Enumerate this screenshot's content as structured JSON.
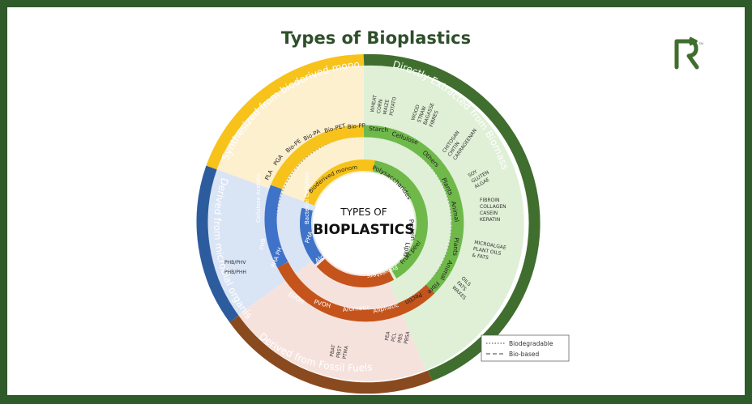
{
  "title": "Types of Bioplastics",
  "center": {
    "line1": "TYPES OF",
    "line2": "BIOPLASTICS"
  },
  "legend": {
    "biodegradable": "Biodegradable",
    "biobased": "Bio-based"
  },
  "colors": {
    "green_dark": "#3f6e2e",
    "green_mid": "#6fb94a",
    "green_bg": "#dff0d6",
    "yellow": "#f7c21a",
    "yellow_bg": "#fdf0cf",
    "blue": "#3f73c9",
    "blue_bg": "#d9e4f5",
    "orange": "#c4541b",
    "orange_bg": "#f6e2dd",
    "brown_ring": "#8a4a1f"
  },
  "outer_ring": {
    "synthesized": "Synthesized from bioderived monomers",
    "direct": "Directly Extracted from Biomass",
    "microbial": "Derived from microbial organisms",
    "fossil": "Derived from Fossil Fuels"
  },
  "inner_ring": {
    "bioderived": "Bioderived monomers",
    "polysaccharides": "Polysaccharides",
    "protein": "Protein",
    "lipid": "Lipid",
    "polyesters": "Polyesters",
    "alcohols": "Alcohols",
    "pha": "PHA",
    "bacterial_cellulose": "Bacterial Cellulose"
  },
  "middle_ring": {
    "bio_pp": "Bio-PP",
    "bio_pet": "Bio-PET",
    "bio_pa": "Bio-PA",
    "bio_pe": "Bio-PE",
    "pga": "PGA",
    "pla": "PLA",
    "starch": "Starch",
    "cellulose": "Cellulose",
    "others": "Others",
    "plants1": "Plants",
    "animal1": "Animal",
    "plants2": "Plants",
    "animal2": "Animal",
    "fibre": "Fibre",
    "pectin": "Pectin",
    "fruitpeel": "Fruit peel",
    "aliphatic": "Aliphatic",
    "aromatic": "Aromatic",
    "pvoh": "PVOH",
    "evoh": "EVOH",
    "pha_ph": "PHA PH",
    "phb": "PHB",
    "cellulose_acetate": "Cellulose Acetate"
  },
  "leaf_labels": {
    "starch_src": [
      "WHEAT",
      "CORN",
      "MAIZE",
      "POTATO"
    ],
    "cellulose_src": [
      "WOOD",
      "STRAW",
      "BAGASSE",
      "FIBRES"
    ],
    "others_src": [
      "CHITOSAN",
      "CHITIN",
      "CARRAGEENAN"
    ],
    "plant_protein": [
      "SOY",
      "GLUTEN",
      "ALGAE"
    ],
    "animal_protein": [
      "FIBROIN",
      "COLLAGEN",
      "CASEIN",
      "KERATIN"
    ],
    "plant_lipid": [
      "MICROALGAE",
      "PLANT OILS",
      "& FATS"
    ],
    "animal_lipid": [
      "OILS",
      "FATS",
      "WAXES"
    ],
    "aliphatic_src": [
      "PEA",
      "PCL",
      "PBS",
      "PBSA"
    ],
    "aromatic_src": [
      "PBAT",
      "PBST",
      "PTMA"
    ],
    "pha_src": [
      "PHB/PHV",
      "PHB/PHH"
    ]
  }
}
